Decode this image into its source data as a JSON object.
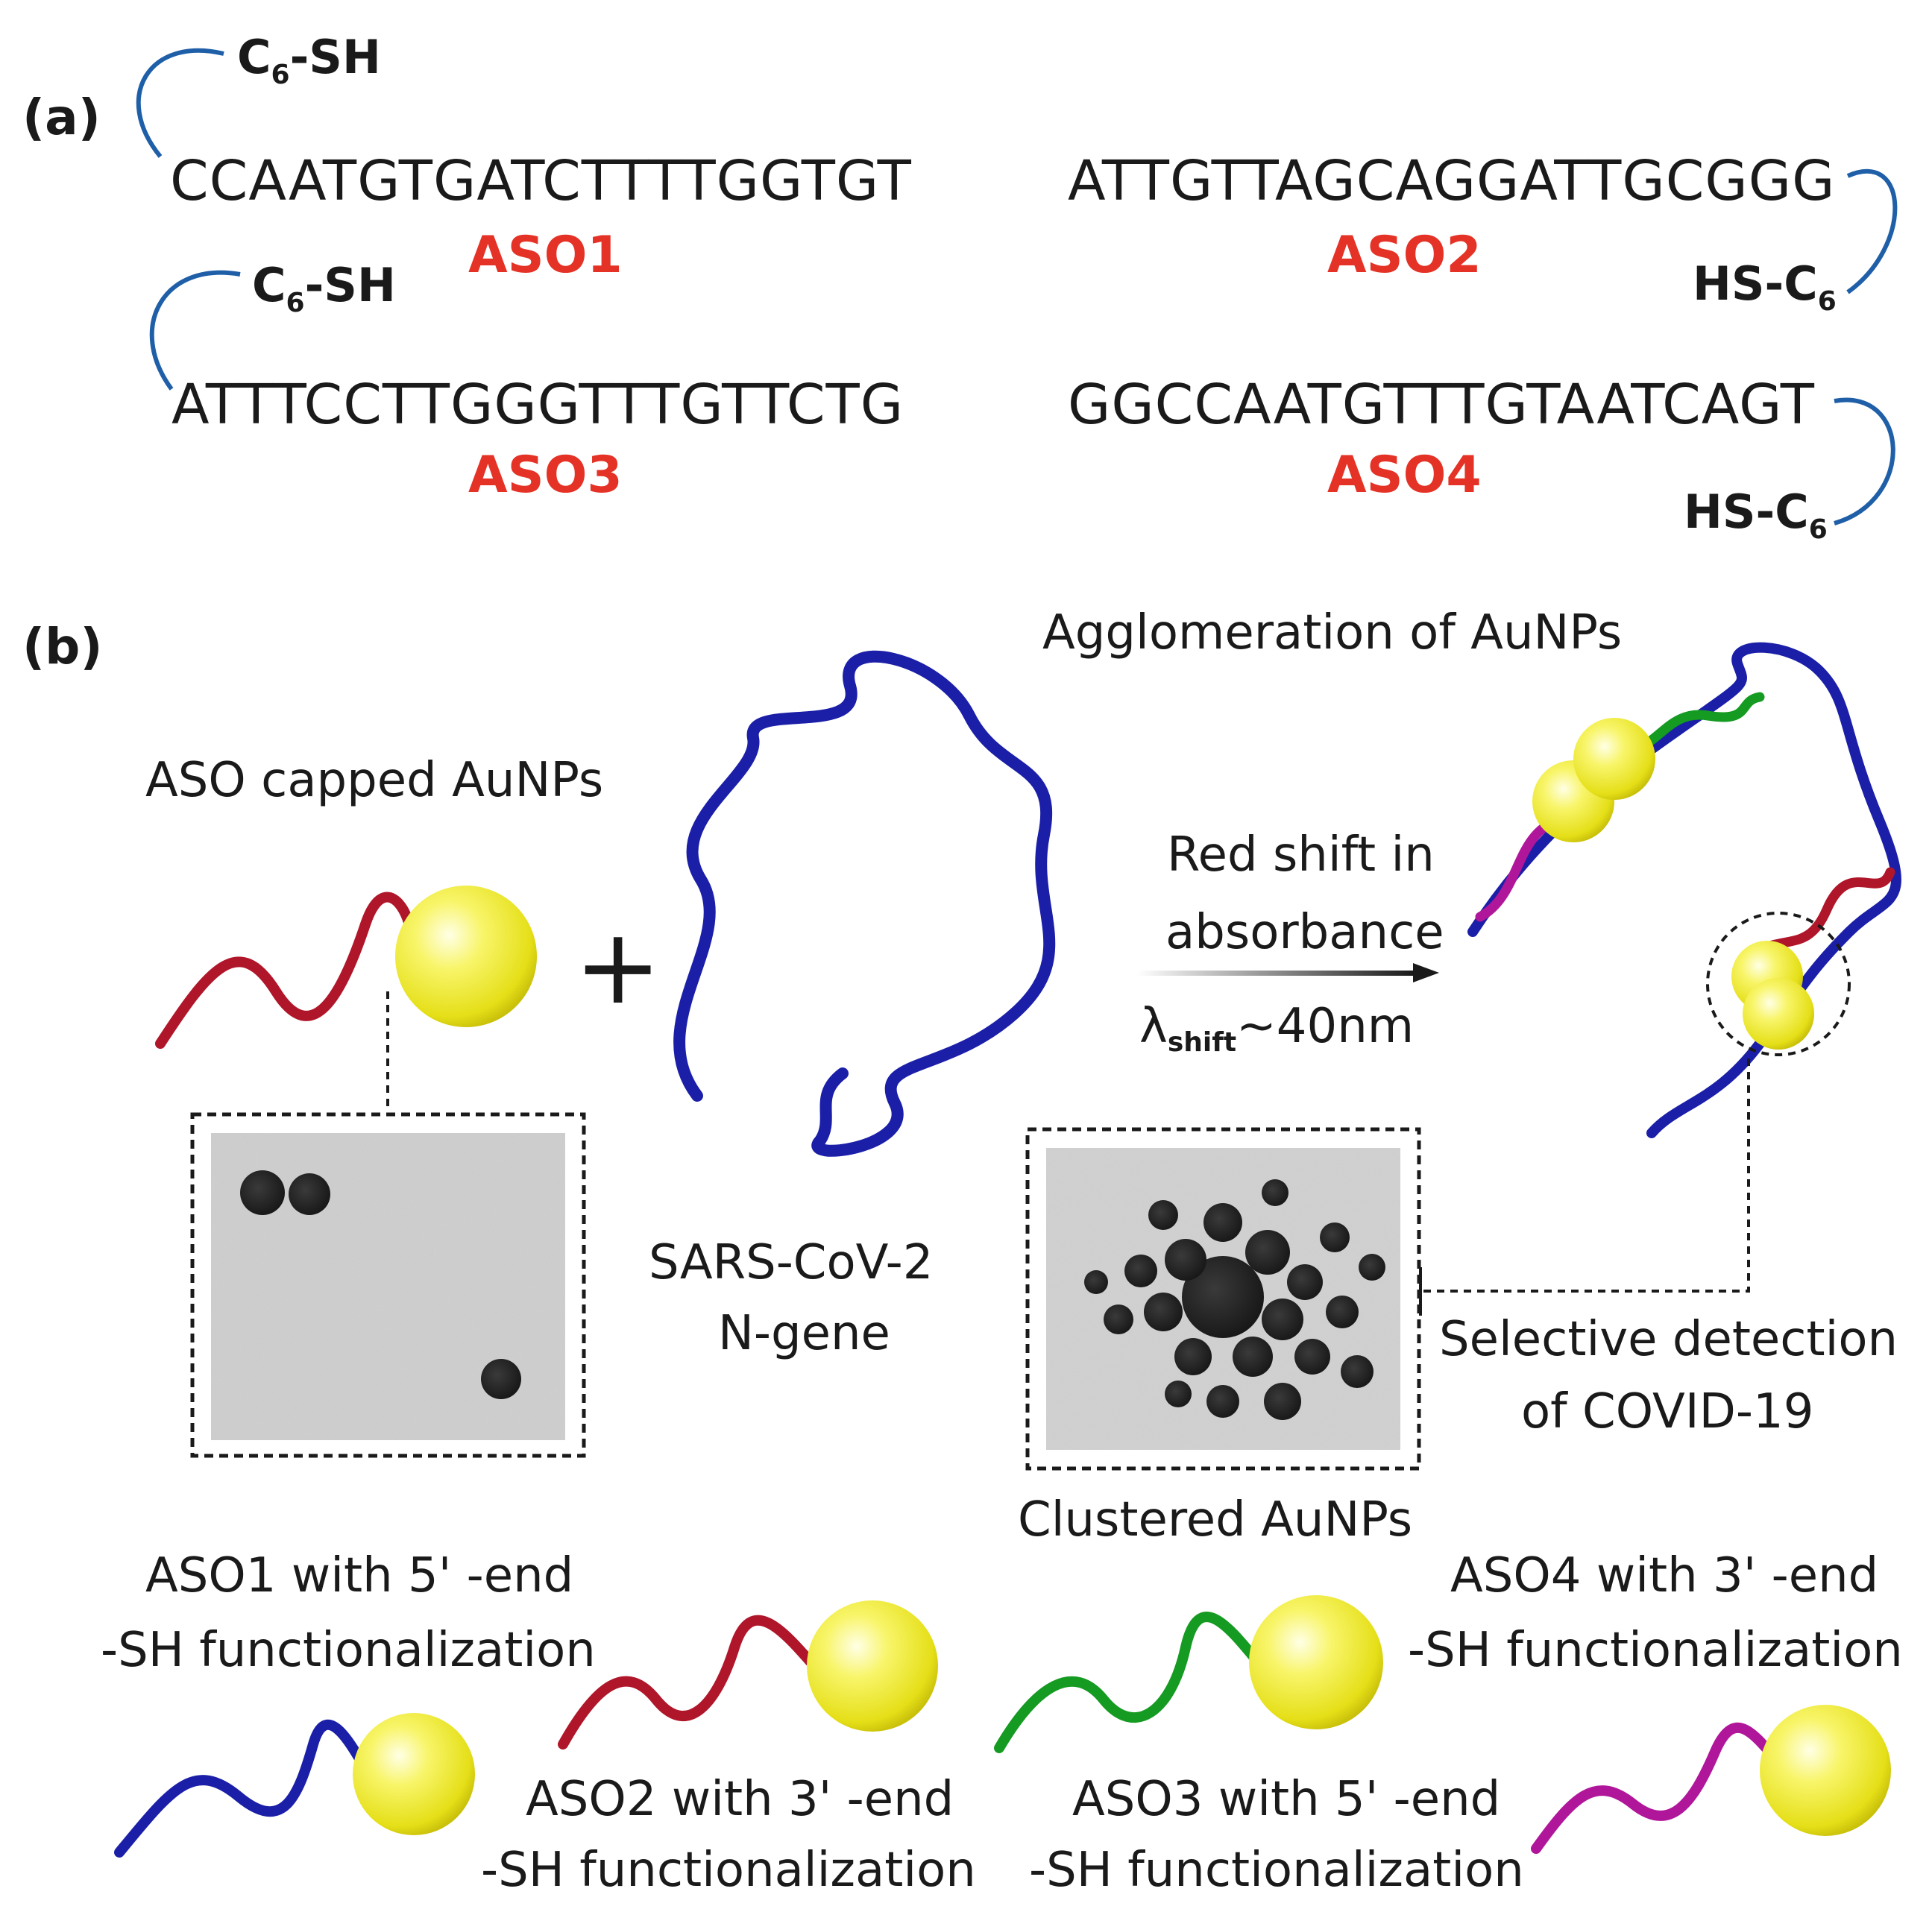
{
  "colors": {
    "aso_label": "#e53226",
    "linker": "#1f5fa8",
    "gold_particle": "#f2ee3a",
    "strand_blue": "#1b1fa8",
    "strand_red": "#b0162a",
    "strand_green": "#159a22",
    "strand_magenta": "#b0169a"
  },
  "panel_a": {
    "label": "(a)",
    "aso1": {
      "sequence": "CCAATGTGATCTTTTGGTGT",
      "name": "ASO1",
      "linker_main": "C",
      "linker_sub": "6",
      "linker_tail": "-SH"
    },
    "aso2": {
      "sequence": "ATTGTTAGCAGGATTGCGGG",
      "name": "ASO2",
      "linker_main": "HS-C",
      "linker_sub": "6",
      "linker_tail": ""
    },
    "aso3": {
      "sequence": "ATTTCCTTGGGTTTGTTCTG",
      "name": "ASO3",
      "linker_main": "C",
      "linker_sub": "6",
      "linker_tail": "-SH"
    },
    "aso4": {
      "sequence": "GGCCAATGTTTGTAATCAGT",
      "name": "ASO4",
      "linker_main": "HS-C",
      "linker_sub": "6",
      "linker_tail": ""
    }
  },
  "panel_b": {
    "label": "(b)",
    "aso_capped": "ASO capped AuNPs",
    "plus": "+",
    "target_line1": "SARS-CoV-2",
    "target_line2": "N-gene",
    "arrow_line1": "Red shift in",
    "arrow_line2": "absorbance",
    "lambda_main": "λ",
    "lambda_sub": "shift",
    "lambda_tail": "~40nm",
    "agglomeration": "Agglomeration of AuNPs",
    "clustered": "Clustered AuNPs",
    "detect_line1": "Selective detection",
    "detect_line2": "of COVID-19",
    "aso1_func_line1": "ASO1 with 5' -end",
    "aso1_func_line2": "-SH functionalization",
    "aso2_func_line1": "ASO2 with 3' -end",
    "aso2_func_line2": "-SH functionalization",
    "aso3_func_line1": "ASO3 with 5' -end",
    "aso3_func_line2": "-SH functionalization",
    "aso4_func_line1": "ASO4 with 3' -end",
    "aso4_func_line2": "-SH functionalization"
  }
}
